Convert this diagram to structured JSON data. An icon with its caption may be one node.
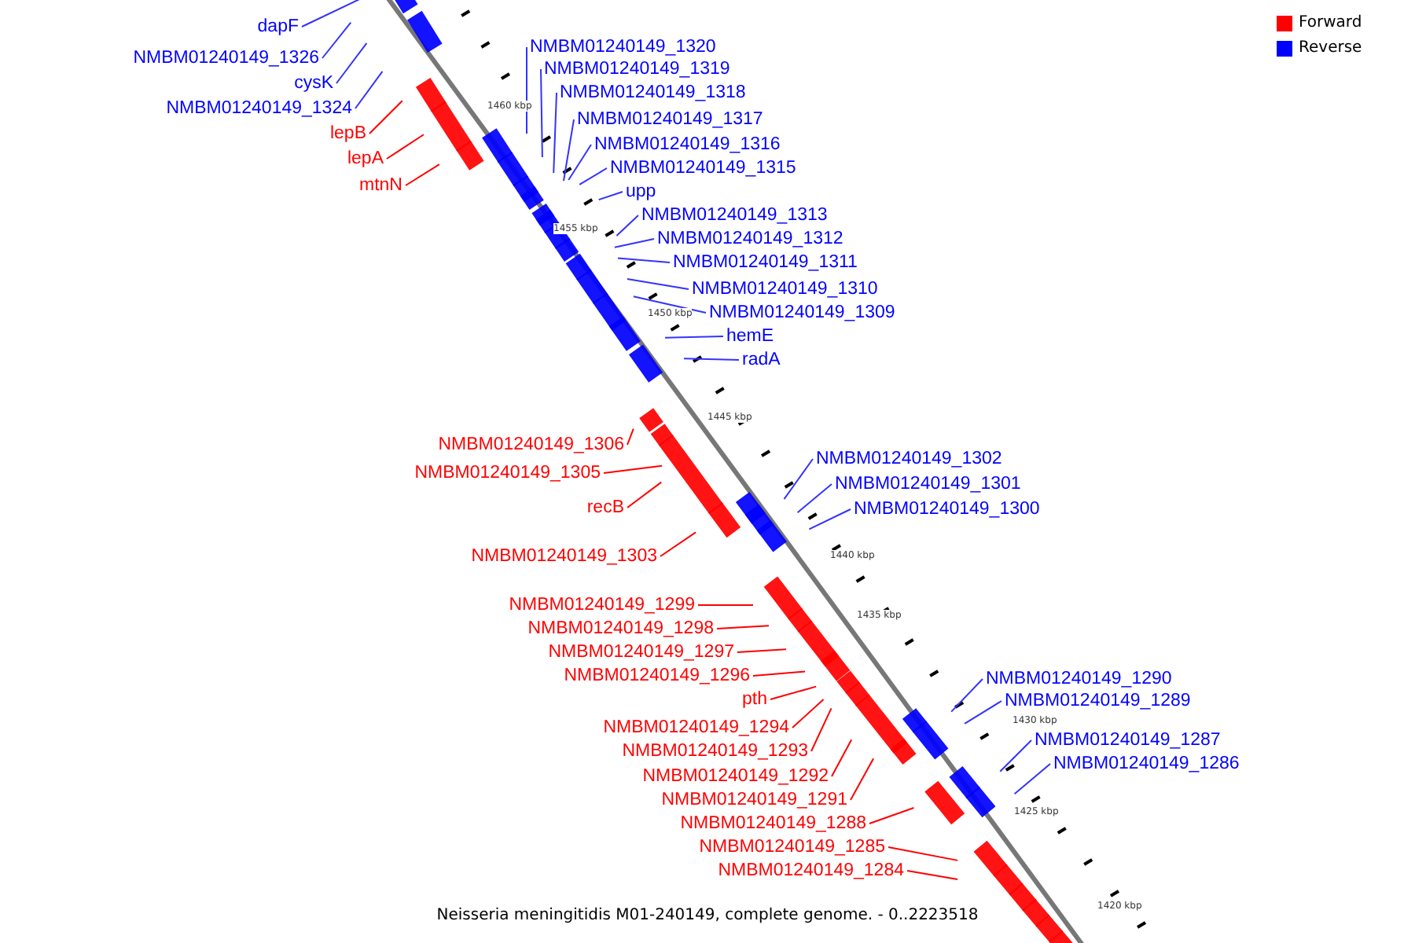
{
  "diagram": {
    "caption": "Neisseria meningitidis M01-240149, complete genome. - 0..2223518",
    "nodes": [
      {
        "text": [
          "dapF"
        ]
      },
      {
        "text": [
          "NMBM01240149_1326"
        ]
      },
      {
        "text": [
          "cysK"
        ]
      },
      {
        "text": [
          "NMBM01240149_1324"
        ]
      },
      {
        "text": [
          "lepB"
        ]
      },
      {
        "text": [
          "lepA"
        ]
      },
      {
        "text": [
          "mtnN"
        ]
      },
      {
        "text": [
          "NMBM01240149_1320"
        ]
      },
      {
        "text": [
          "NMBM01240149_1319"
        ]
      },
      {
        "text": [
          "NMBM01240149_1318"
        ]
      },
      {
        "text": [
          "NMBM01240149_1317"
        ]
      },
      {
        "text": [
          "NMBM01240149_1316"
        ]
      },
      {
        "text": [
          "NMBM01240149_1315"
        ]
      },
      {
        "text": [
          "upp"
        ]
      },
      {
        "text": [
          "NMBM01240149_1313"
        ]
      },
      {
        "text": [
          "NMBM01240149_1312"
        ]
      },
      {
        "text": [
          "NMBM01240149_1311"
        ]
      },
      {
        "text": [
          "NMBM01240149_1310"
        ]
      },
      {
        "text": [
          "NMBM01240149_1309"
        ]
      },
      {
        "text": [
          "hemE"
        ]
      },
      {
        "text": [
          "radA"
        ]
      },
      {
        "text": [
          "NMBM01240149_1306"
        ]
      },
      {
        "text": [
          "NMBM01240149_1305"
        ]
      },
      {
        "text": [
          "recB"
        ]
      },
      {
        "text": [
          "NMBM01240149_1302"
        ]
      },
      {
        "text": [
          "NMBM01240149_1301"
        ]
      },
      {
        "text": [
          "NMBM01240149_1300"
        ]
      },
      {
        "text": [
          "NMBM01240149_1303"
        ]
      },
      {
        "text": [
          "NMBM01240149_1299"
        ]
      },
      {
        "text": [
          "NMBM01240149_1298"
        ]
      },
      {
        "text": [
          "NMBM01240149_1297"
        ]
      },
      {
        "text": [
          "NMBM01240149_1296"
        ]
      },
      {
        "text": [
          "pth"
        ]
      },
      {
        "text": [
          "NMBM01240149_1290"
        ]
      },
      {
        "text": [
          "NMBM01240149_1289"
        ]
      },
      {
        "text": [
          "NMBM01240149_1294"
        ]
      },
      {
        "text": [
          "NMBM01240149_1293"
        ]
      },
      {
        "text": [
          "NMBM01240149_1287"
        ]
      },
      {
        "text": [
          "NMBM01240149_1292"
        ]
      },
      {
        "text": [
          "NMBM01240149_1286"
        ]
      },
      {
        "text": [
          "NMBM01240149_1291"
        ]
      },
      {
        "text": [
          "NMBM01240149_1288"
        ]
      },
      {
        "text": [
          "NMBM01240149_1285"
        ]
      },
      {
        "text": [
          "NMBM01240149_1284"
        ]
      }
    ],
    "edges": [
      {
        "from": 0,
        "to": null,
        "arrow": "none"
      },
      {
        "from": 1,
        "to": null,
        "arrow": "none"
      },
      {
        "from": 2,
        "to": null,
        "arrow": "none"
      },
      {
        "from": 3,
        "to": null,
        "arrow": "none"
      },
      {
        "from": 4,
        "to": null,
        "arrow": "none",
        "color": "#ff0000"
      },
      {
        "from": 5,
        "to": null,
        "arrow": "none",
        "color": "#ff0000"
      },
      {
        "from": 6,
        "to": null,
        "arrow": "none",
        "color": "#ff0000"
      },
      {
        "from": 7,
        "to": null,
        "arrow": "none"
      },
      {
        "from": 8,
        "to": null,
        "arrow": "none"
      },
      {
        "from": 9,
        "to": null,
        "arrow": "none"
      },
      {
        "from": 10,
        "to": null,
        "arrow": "none"
      },
      {
        "from": 11,
        "to": null,
        "arrow": "none"
      },
      {
        "from": 12,
        "to": null,
        "arrow": "none"
      },
      {
        "from": 13,
        "to": null,
        "arrow": "none"
      },
      {
        "from": 14,
        "to": null,
        "arrow": "none"
      },
      {
        "from": 15,
        "to": null,
        "arrow": "none"
      },
      {
        "from": 16,
        "to": null,
        "arrow": "none"
      },
      {
        "from": 17,
        "to": null,
        "arrow": "none"
      },
      {
        "from": 18,
        "to": null,
        "arrow": "none"
      },
      {
        "from": 19,
        "to": null,
        "arrow": "none"
      },
      {
        "from": 20,
        "to": null,
        "arrow": "none"
      },
      {
        "from": 21,
        "to": null,
        "arrow": "none",
        "color": "#ff0000"
      },
      {
        "from": 22,
        "to": null,
        "arrow": "none",
        "color": "#ff0000"
      },
      {
        "from": 23,
        "to": null,
        "arrow": "none",
        "color": "#ff0000"
      },
      {
        "from": 24,
        "to": null,
        "arrow": "none"
      },
      {
        "from": 25,
        "to": null,
        "arrow": "none"
      },
      {
        "from": 26,
        "to": null,
        "arrow": "none"
      },
      {
        "from": 27,
        "to": null,
        "arrow": "none",
        "color": "#ff0000"
      },
      {
        "from": 28,
        "to": null,
        "arrow": "none",
        "color": "#ff0000"
      },
      {
        "from": 29,
        "to": null,
        "arrow": "none",
        "color": "#ff0000"
      },
      {
        "from": 30,
        "to": null,
        "arrow": "none",
        "color": "#ff0000"
      },
      {
        "from": 31,
        "to": null,
        "arrow": "none",
        "color": "#ff0000"
      },
      {
        "from": 32,
        "to": null,
        "arrow": "none",
        "color": "#ff0000"
      },
      {
        "from": 33,
        "to": null,
        "arrow": "none"
      },
      {
        "from": 34,
        "to": null,
        "arrow": "none"
      },
      {
        "from": 35,
        "to": null,
        "arrow": "none",
        "color": "#ff0000"
      },
      {
        "from": 36,
        "to": null,
        "arrow": "none",
        "color": "#ff0000"
      },
      {
        "from": 37,
        "to": null,
        "arrow": "none"
      },
      {
        "from": 38,
        "to": null,
        "arrow": "none",
        "color": "#ff0000"
      },
      {
        "from": 39,
        "to": null,
        "arrow": "none"
      },
      {
        "from": 40,
        "to": null,
        "arrow": "none",
        "color": "#ff0000"
      },
      {
        "from": 41,
        "to": null,
        "arrow": "none",
        "color": "#ff0000"
      },
      {
        "from": 42,
        "to": null,
        "arrow": "none",
        "color": "#ff0000"
      },
      {
        "from": 43,
        "to": null,
        "arrow": "none",
        "color": "#ff0000"
      }
    ],
    "labels": [
      "1460 kbp",
      "1455 kbp",
      "1450 kbp",
      "1445 kbp",
      "1440 kbp",
      "1435 kbp",
      "1430 kbp",
      "1425 kbp",
      "1420 kbp"
    ],
    "legend": [
      {
        "text": "Forward",
        "color": "#ff0000"
      },
      {
        "text": "Reverse",
        "color": "#0000ff"
      }
    ]
  }
}
